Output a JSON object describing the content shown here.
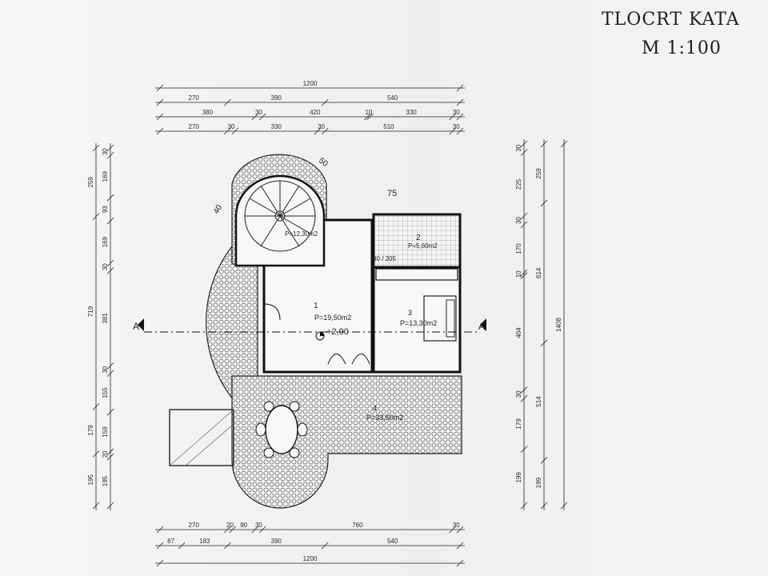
{
  "title": {
    "line1": "TLOCRT KATA",
    "line2": "M 1:100"
  },
  "rooms": [
    {
      "number": "1",
      "area": "P=19,50m2"
    },
    {
      "number": "2",
      "area": "P=5,60m2"
    },
    {
      "number": "3",
      "area": "P=13,30m2"
    },
    {
      "number": "4",
      "area": "P=33,50m2"
    },
    {
      "number": "",
      "area": "P=12,30m2"
    }
  ],
  "level_mark": "+2,90",
  "section_mark": "A",
  "tags": {
    "stair_a": "50",
    "stair_b": "40",
    "door_mark": "75",
    "door_dims": "80 / 205"
  },
  "dims_top": {
    "row1": [
      "1200"
    ],
    "row2": [
      "270",
      "390",
      "540"
    ],
    "row3": [
      "380",
      "30",
      "420",
      "10",
      "330",
      "30"
    ],
    "row4": [
      "270",
      "30",
      "330",
      "30",
      "510",
      "30"
    ]
  },
  "dims_bottom": {
    "row1": [
      "270",
      "20",
      "90",
      "30",
      "760",
      "30"
    ],
    "row2": [
      "87",
      "183",
      "390",
      "540"
    ],
    "row3": [
      "1200"
    ]
  },
  "dims_left": {
    "outer": [
      "259",
      "719",
      "179",
      "195"
    ],
    "inner": [
      "30",
      "169",
      "93",
      "169",
      "30",
      "381",
      "30",
      "155",
      "159",
      "20",
      "195"
    ]
  },
  "dims_right": {
    "col1": [
      "30",
      "225",
      "30",
      "170",
      "10",
      "404",
      "30",
      "179",
      "199"
    ],
    "col2": [
      "259",
      "614",
      "514",
      "199"
    ],
    "col3": [
      "1408"
    ]
  }
}
